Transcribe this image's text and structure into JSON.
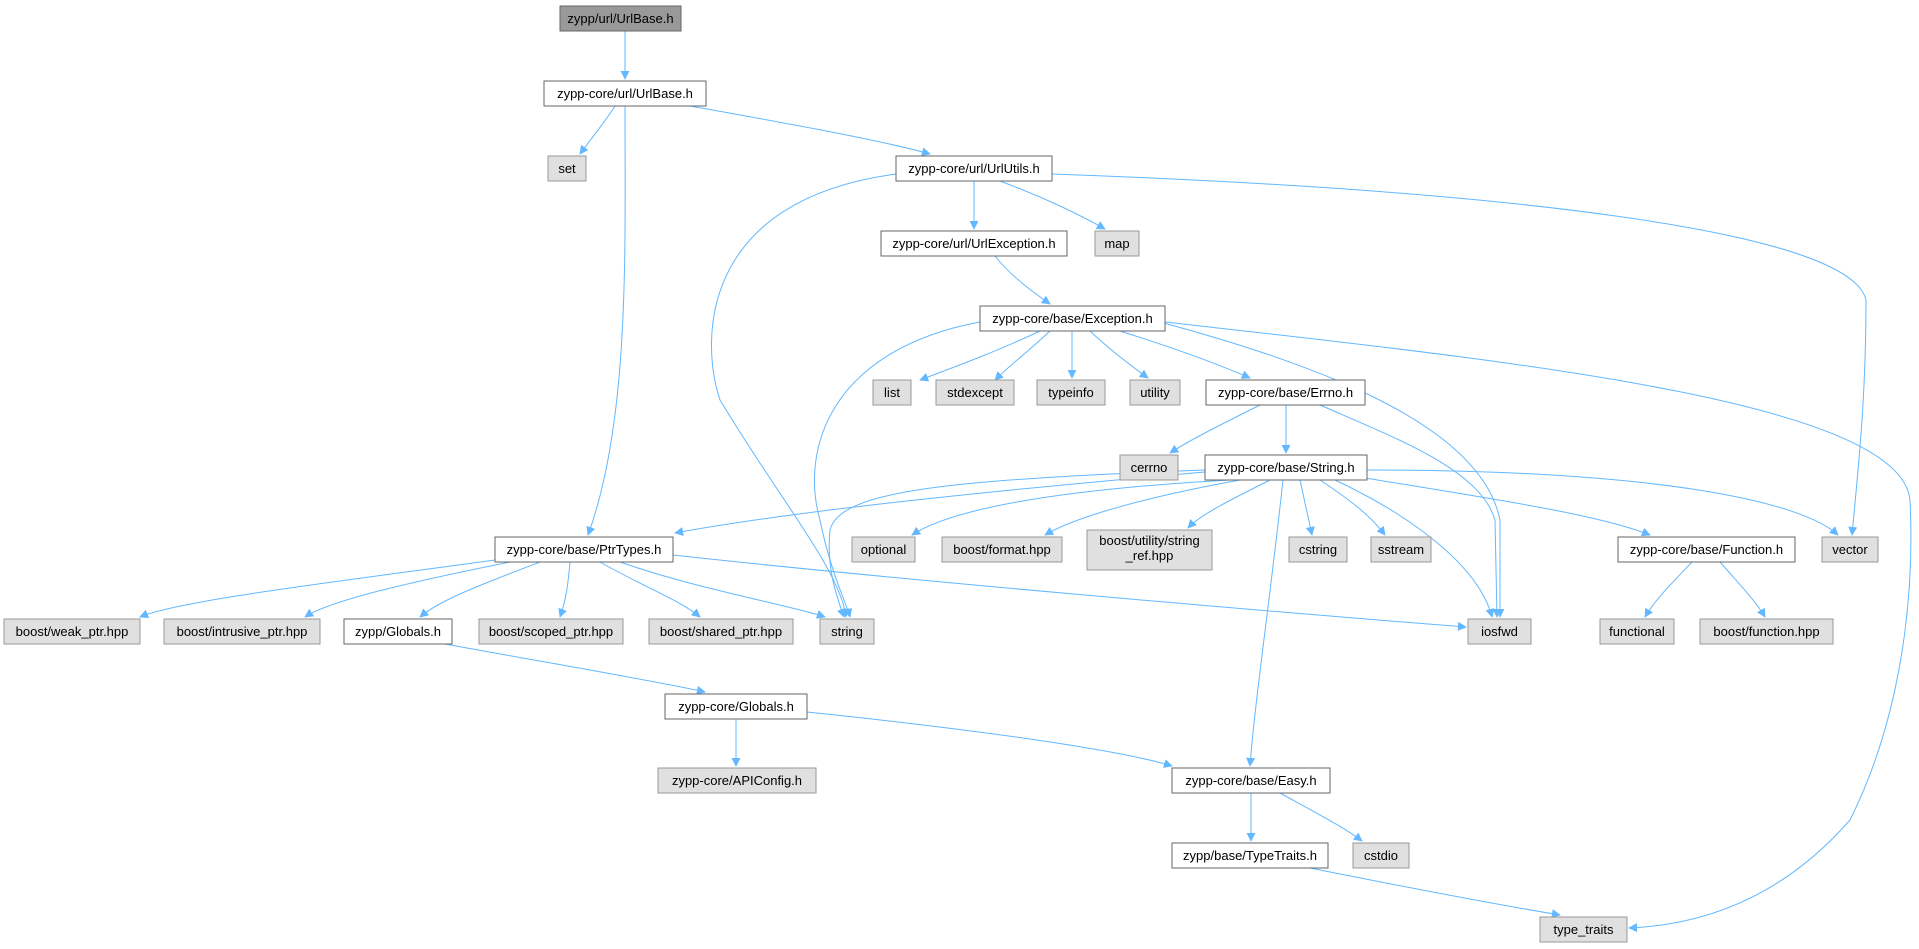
{
  "colors": {
    "edge": "#63b8ff",
    "root_fill": "#999999",
    "root_border": "#666666",
    "doc_fill": "#ffffff",
    "doc_border": "#666666",
    "ext_fill": "#e0e0e0",
    "ext_border": "#999999"
  },
  "nodes": [
    {
      "id": "root",
      "label": "zypp/url/UrlBase.h",
      "kind": "root"
    },
    {
      "id": "core_urlbase",
      "label": "zypp-core/url/UrlBase.h",
      "kind": "doc"
    },
    {
      "id": "set",
      "label": "set",
      "kind": "ext"
    },
    {
      "id": "urlutils",
      "label": "zypp-core/url/UrlUtils.h",
      "kind": "doc"
    },
    {
      "id": "urlexception",
      "label": "zypp-core/url/UrlException.h",
      "kind": "doc"
    },
    {
      "id": "map",
      "label": "map",
      "kind": "ext"
    },
    {
      "id": "exception",
      "label": "zypp-core/base/Exception.h",
      "kind": "doc"
    },
    {
      "id": "list",
      "label": "list",
      "kind": "ext"
    },
    {
      "id": "stdexcept",
      "label": "stdexcept",
      "kind": "ext"
    },
    {
      "id": "typeinfo",
      "label": "typeinfo",
      "kind": "ext"
    },
    {
      "id": "utility",
      "label": "utility",
      "kind": "ext"
    },
    {
      "id": "errno",
      "label": "zypp-core/base/Errno.h",
      "kind": "doc"
    },
    {
      "id": "cerrno",
      "label": "cerrno",
      "kind": "ext"
    },
    {
      "id": "stringh",
      "label": "zypp-core/base/String.h",
      "kind": "doc"
    },
    {
      "id": "ptrtypes",
      "label": "zypp-core/base/PtrTypes.h",
      "kind": "doc"
    },
    {
      "id": "optional",
      "label": "optional",
      "kind": "ext"
    },
    {
      "id": "boostformat",
      "label": "boost/format.hpp",
      "kind": "ext"
    },
    {
      "id": "stringref",
      "label": "boost/utility/string_ref.hpp",
      "lines": [
        "boost/utility/string",
        "_ref.hpp"
      ],
      "kind": "ext"
    },
    {
      "id": "cstring",
      "label": "cstring",
      "kind": "ext"
    },
    {
      "id": "sstream",
      "label": "sstream",
      "kind": "ext"
    },
    {
      "id": "function",
      "label": "zypp-core/base/Function.h",
      "kind": "doc"
    },
    {
      "id": "vector",
      "label": "vector",
      "kind": "ext"
    },
    {
      "id": "weakptr",
      "label": "boost/weak_ptr.hpp",
      "kind": "ext"
    },
    {
      "id": "intrusiveptr",
      "label": "boost/intrusive_ptr.hpp",
      "kind": "ext"
    },
    {
      "id": "zyppglobals",
      "label": "zypp/Globals.h",
      "kind": "doc"
    },
    {
      "id": "scopedptr",
      "label": "boost/scoped_ptr.hpp",
      "kind": "ext"
    },
    {
      "id": "sharedptr",
      "label": "boost/shared_ptr.hpp",
      "kind": "ext"
    },
    {
      "id": "string",
      "label": "string",
      "kind": "ext"
    },
    {
      "id": "iosfwd",
      "label": "iosfwd",
      "kind": "ext"
    },
    {
      "id": "functional",
      "label": "functional",
      "kind": "ext"
    },
    {
      "id": "boostfunction",
      "label": "boost/function.hpp",
      "kind": "ext"
    },
    {
      "id": "coreglobals",
      "label": "zypp-core/Globals.h",
      "kind": "doc"
    },
    {
      "id": "apiconfig",
      "label": "zypp-core/APIConfig.h",
      "kind": "ext"
    },
    {
      "id": "easy",
      "label": "zypp-core/base/Easy.h",
      "kind": "doc"
    },
    {
      "id": "typetraits_h",
      "label": "zypp/base/TypeTraits.h",
      "kind": "doc"
    },
    {
      "id": "cstdio",
      "label": "cstdio",
      "kind": "ext"
    },
    {
      "id": "type_traits",
      "label": "type_traits",
      "kind": "ext"
    }
  ],
  "edges": [
    [
      "root",
      "core_urlbase"
    ],
    [
      "core_urlbase",
      "set"
    ],
    [
      "core_urlbase",
      "urlutils"
    ],
    [
      "core_urlbase",
      "ptrtypes"
    ],
    [
      "urlutils",
      "string"
    ],
    [
      "urlutils",
      "urlexception"
    ],
    [
      "urlutils",
      "map"
    ],
    [
      "urlutils",
      "vector"
    ],
    [
      "urlexception",
      "exception"
    ],
    [
      "exception",
      "string"
    ],
    [
      "exception",
      "list"
    ],
    [
      "exception",
      "stdexcept"
    ],
    [
      "exception",
      "typeinfo"
    ],
    [
      "exception",
      "utility"
    ],
    [
      "exception",
      "errno"
    ],
    [
      "exception",
      "iosfwd"
    ],
    [
      "exception",
      "type_traits"
    ],
    [
      "errno",
      "cerrno"
    ],
    [
      "errno",
      "stringh"
    ],
    [
      "errno",
      "iosfwd"
    ],
    [
      "stringh",
      "ptrtypes"
    ],
    [
      "stringh",
      "string"
    ],
    [
      "stringh",
      "optional"
    ],
    [
      "stringh",
      "boostformat"
    ],
    [
      "stringh",
      "stringref"
    ],
    [
      "stringh",
      "cstring"
    ],
    [
      "stringh",
      "sstream"
    ],
    [
      "stringh",
      "iosfwd"
    ],
    [
      "stringh",
      "function"
    ],
    [
      "stringh",
      "vector"
    ],
    [
      "stringh",
      "easy"
    ],
    [
      "ptrtypes",
      "weakptr"
    ],
    [
      "ptrtypes",
      "intrusiveptr"
    ],
    [
      "ptrtypes",
      "zyppglobals"
    ],
    [
      "ptrtypes",
      "scopedptr"
    ],
    [
      "ptrtypes",
      "sharedptr"
    ],
    [
      "ptrtypes",
      "string"
    ],
    [
      "ptrtypes",
      "iosfwd"
    ],
    [
      "function",
      "functional"
    ],
    [
      "function",
      "boostfunction"
    ],
    [
      "zyppglobals",
      "coreglobals"
    ],
    [
      "coreglobals",
      "apiconfig"
    ],
    [
      "coreglobals",
      "easy"
    ],
    [
      "easy",
      "typetraits_h"
    ],
    [
      "easy",
      "cstdio"
    ],
    [
      "typetraits_h",
      "type_traits"
    ]
  ]
}
